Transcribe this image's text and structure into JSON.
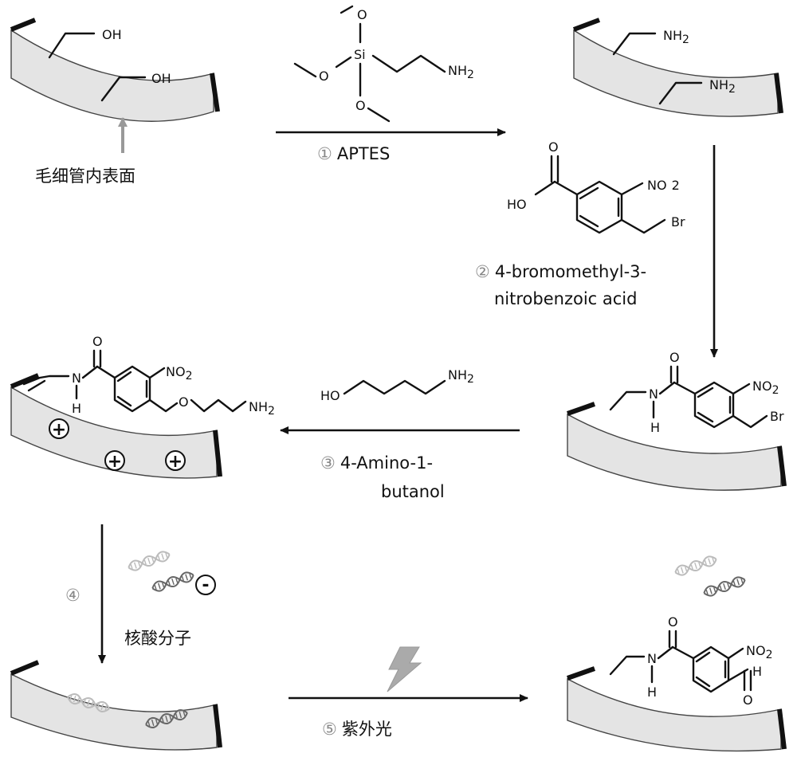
{
  "surface_label": "毛细管内表面",
  "groups": {
    "oh": "OH",
    "nh2": "NH",
    "sub2": "2",
    "si": "Si",
    "o": "O",
    "no2": "NO",
    "br": "Br",
    "ho": "HO",
    "n": "N",
    "h": "H"
  },
  "steps": {
    "s1_num": "①",
    "s1_text": "APTES",
    "s2_num": "②",
    "s2_line1": "4-bromomethyl-3-",
    "s2_line2": "nitrobenzoic acid",
    "s3_num": "③",
    "s3_line1": "4-Amino-1-",
    "s3_line2": "butanol",
    "s4_num": "④",
    "s4_text": "核酸分子",
    "s5_num": "⑤",
    "s5_text": "紫外光"
  },
  "charges": {
    "plus": "+",
    "minus": "-"
  },
  "colors": {
    "tube_fill": "#e4e4e4",
    "gray_arrow": "#999999",
    "dna_dark": "#666666",
    "dna_light": "#bbbbbb",
    "bolt": "#aaaaaa"
  }
}
